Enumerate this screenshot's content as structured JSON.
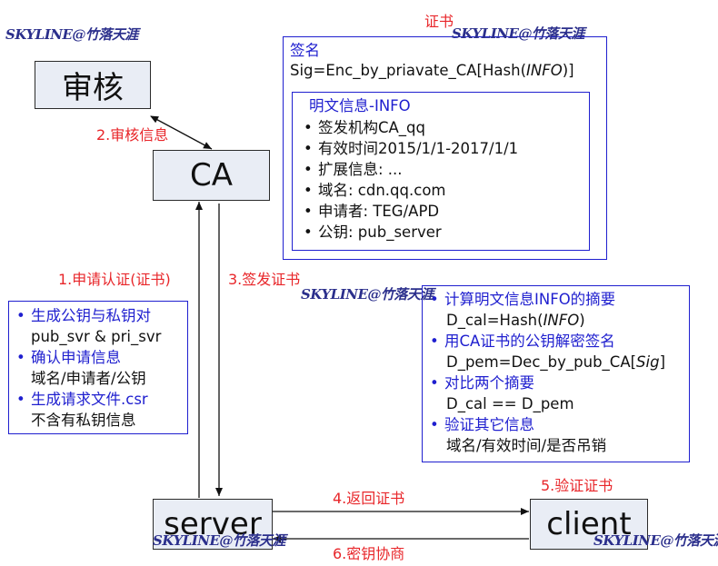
{
  "nodes": {
    "audit": "审核",
    "ca": "CA",
    "server": "server",
    "client": "client"
  },
  "labels": {
    "step1": "1.申请认证(证书)",
    "step2": "2.审核信息",
    "step3": "3.签发证书",
    "step4": "4.返回证书",
    "step5": "5.验证证书",
    "step6": "6.密钥协商",
    "cert_title": "证书"
  },
  "cert": {
    "sign_title": "签名",
    "sig_prefix": "Sig=Enc_by_priavate_CA[Hash(",
    "sig_italic": "INFO",
    "sig_suffix": ")]",
    "info_title": "明文信息-INFO",
    "info_items": [
      "签发机构CA_qq",
      "有效时间2015/1/1-2017/1/1",
      "扩展信息: ...",
      "域名: cdn.qq.com",
      "申请者: TEG/APD",
      "公钥: pub_server"
    ]
  },
  "server_steps": [
    {
      "title": "生成公钥与私钥对",
      "detail": "pub_svr & pri_svr"
    },
    {
      "title": "确认申请信息",
      "detail": "域名/申请者/公钥"
    },
    {
      "title": "生成请求文件.csr",
      "detail": "不含有私钥信息"
    }
  ],
  "client_steps": {
    "s1_title": "计算明文信息INFO的摘要",
    "s1_prefix": "D_cal=Hash(",
    "s1_italic": "INFO",
    "s1_suffix": ")",
    "s2_title": "用CA证书的公钥解密签名",
    "s2_prefix": "D_pem=Dec_by_pub_CA[",
    "s2_italic": "Sig",
    "s2_suffix": "]",
    "s3_title": "对比两个摘要",
    "s3_detail": "D_cal == D_pem",
    "s4_title": "验证其它信息",
    "s4_detail": "域名/有效时间/是否吊销"
  },
  "watermark": "SKYLINE@竹落天涯",
  "colors": {
    "accent_red": "#e8262a",
    "accent_blue": "#1f1fcf",
    "node_fill": "#e9edf5"
  }
}
